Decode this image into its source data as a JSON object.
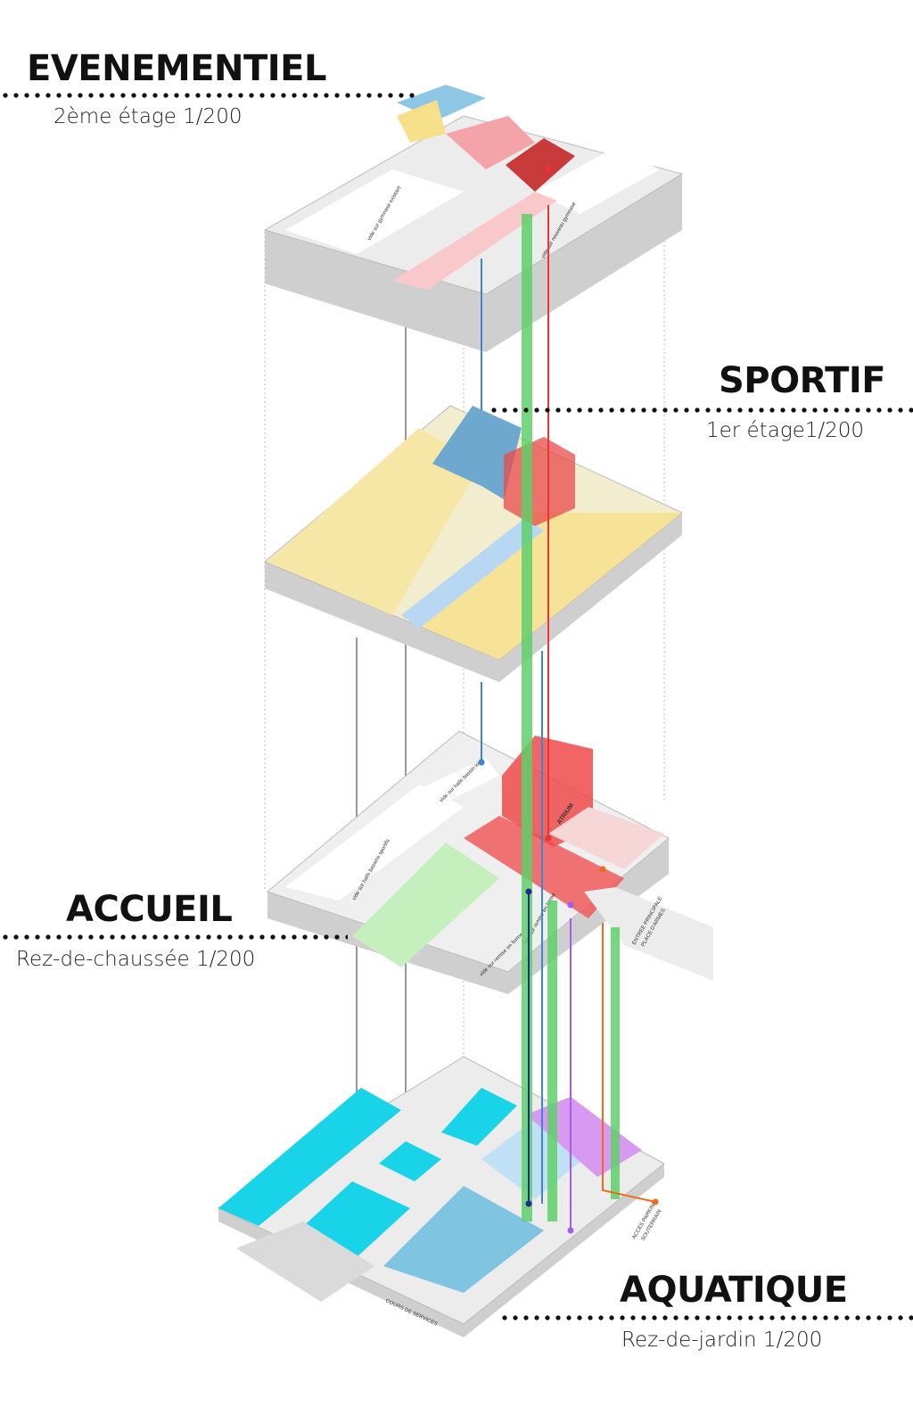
{
  "levels": [
    {
      "name": "EVENEMENTIEL",
      "floor": "2ème étage 1/200"
    },
    {
      "name": "SPORTIF",
      "floor": "1er étage1/200"
    },
    {
      "name": "ACCUEIL",
      "floor": "Rez-de-chaussée 1/200"
    },
    {
      "name": "AQUATIQUE",
      "floor": "Rez-de-jardin 1/200"
    }
  ],
  "plan_labels": {
    "gym_existing": "vide sur gymnase existant",
    "gym_new": "vide sur nouveau gymnase",
    "leisure_pool": "vide sur halls bassin loisir",
    "sport_pools": "vide sur halls bassins sportifs",
    "atrium": "ATRIUM",
    "fitness_1": "vide sur remise en forme",
    "fitness_2": "vide sur remise en forme",
    "main_entrance_1": "ENTREE PRINCIPALE",
    "main_entrance_2": "PLACE D'ARMES",
    "parking_1": "ACCES PARKING",
    "parking_2": "SOUTERRAIN",
    "service_yard": "COURS DE SERVICES"
  },
  "colors": {
    "event": "#f4a3a8",
    "atrium": "#ee4a4a",
    "sport": "#f7e08a",
    "changing": "#8ec6e6",
    "reception": "#b8eab0",
    "pool": "#19d3e8",
    "purple": "#d89af0",
    "shaft_green": "#5fcf6a",
    "slab": "#e6e6e6"
  }
}
